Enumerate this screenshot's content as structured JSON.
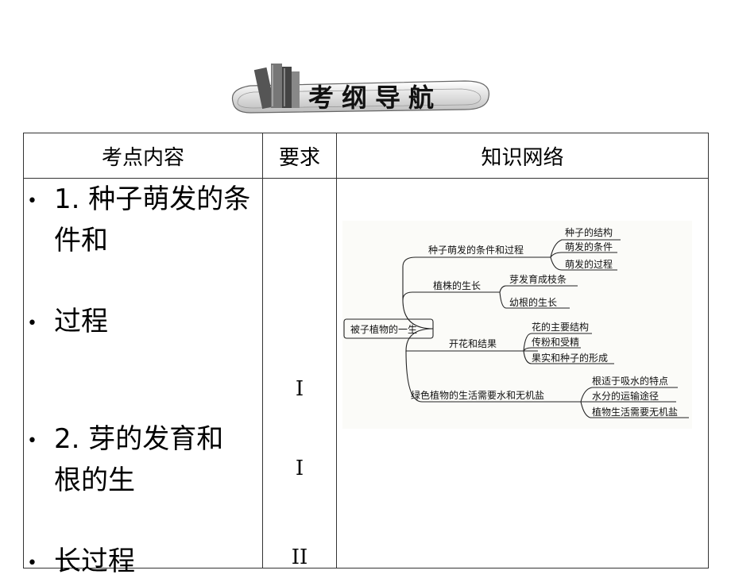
{
  "banner": {
    "title": "考纲导航"
  },
  "table": {
    "headers": [
      "考点内容",
      "要求",
      "知识网络"
    ],
    "points": [
      {
        "bullet": "•",
        "text1": "1. 种子萌发的条",
        "text2": "件和"
      },
      {
        "bullet": "•",
        "text1": "过程",
        "text2": ""
      },
      {
        "bullet": "•",
        "text1": "2.  芽的发育和",
        "text2": "根的生"
      },
      {
        "bullet": "•",
        "text1": "长过程",
        "text2": ""
      }
    ],
    "requirements": [
      "I",
      "I",
      "II"
    ]
  },
  "mindmap": {
    "root": "被子植物的一生",
    "branch1": "种子萌发的条件和过程",
    "branch1_leaves": [
      "种子的结构",
      "萌发的条件",
      "萌发的过程"
    ],
    "branch2": "植株的生长",
    "branch2_leaves": [
      "芽发育成枝条",
      "幼根的生长"
    ],
    "branch3": "开花和结果",
    "branch3_leaves": [
      "花的主要结构",
      "传粉和受精",
      "果实和种子的形成"
    ],
    "branch4": "绿色植物的生活需要水和无机盐",
    "branch4_leaves": [
      "根适于吸水的特点",
      "水分的运输途径",
      "植物生活需要无机盐"
    ]
  }
}
